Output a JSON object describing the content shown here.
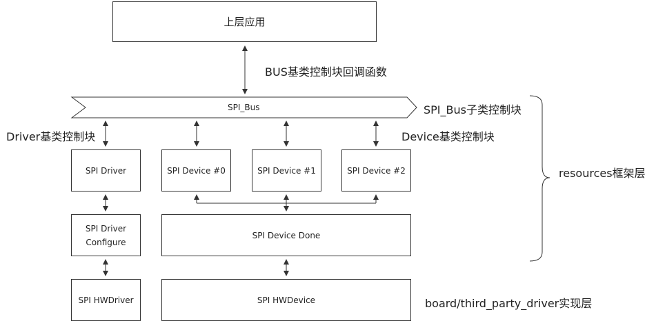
{
  "top": {
    "app": "上层应用",
    "bus_callbacks": "BUS基类控制块回调函数"
  },
  "bus": {
    "label": "SPI_Bus",
    "subclass_label": "SPI_Bus子类控制块"
  },
  "labels": {
    "driver_base": "Driver基类控制块",
    "device_base": "Device基类控制块",
    "resources_layer": "resources框架层",
    "board_layer": "board/third_party_driver实现层"
  },
  "boxes": {
    "spi_driver": "SPI Driver",
    "spi_device_0": "SPI Device #0",
    "spi_device_1": "SPI Device #1",
    "spi_device_2": "SPI Device #2",
    "spi_driver_configure_line1": "SPI Driver",
    "spi_driver_configure_line2": "Configure",
    "spi_device_done": "SPI Device Done",
    "spi_hwdriver": "SPI HWDriver",
    "spi_hwdevice": "SPI HWDevice"
  },
  "colors": {
    "line": "#333333",
    "text": "#222222"
  }
}
